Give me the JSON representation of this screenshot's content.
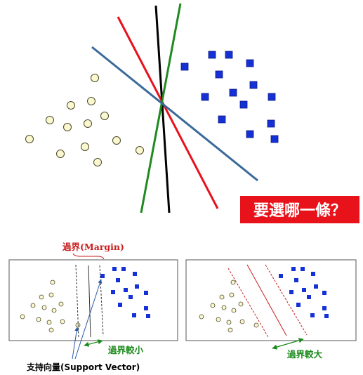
{
  "question_banner": {
    "text": "要選哪一條？",
    "background": "#e8121b",
    "text_color": "#ffffff"
  },
  "margin_label": "過界(Margin)",
  "small_margin_label": "過界較小",
  "large_margin_label": "過界較大",
  "support_vector_label": "支持向量(Support Vector)",
  "colors": {
    "circle_fill": "#fbf7cf",
    "circle_stroke": "#4a4a2a",
    "square_fill": "#1531d6",
    "line_red": "#e8121b",
    "line_black": "#000000",
    "line_green": "#1f8a1f",
    "line_blue": "#3a6a9a",
    "margin_red": "#c81e1e",
    "label_green": "#1a8a1a",
    "arrow_blue": "#2a5aa8"
  }
}
